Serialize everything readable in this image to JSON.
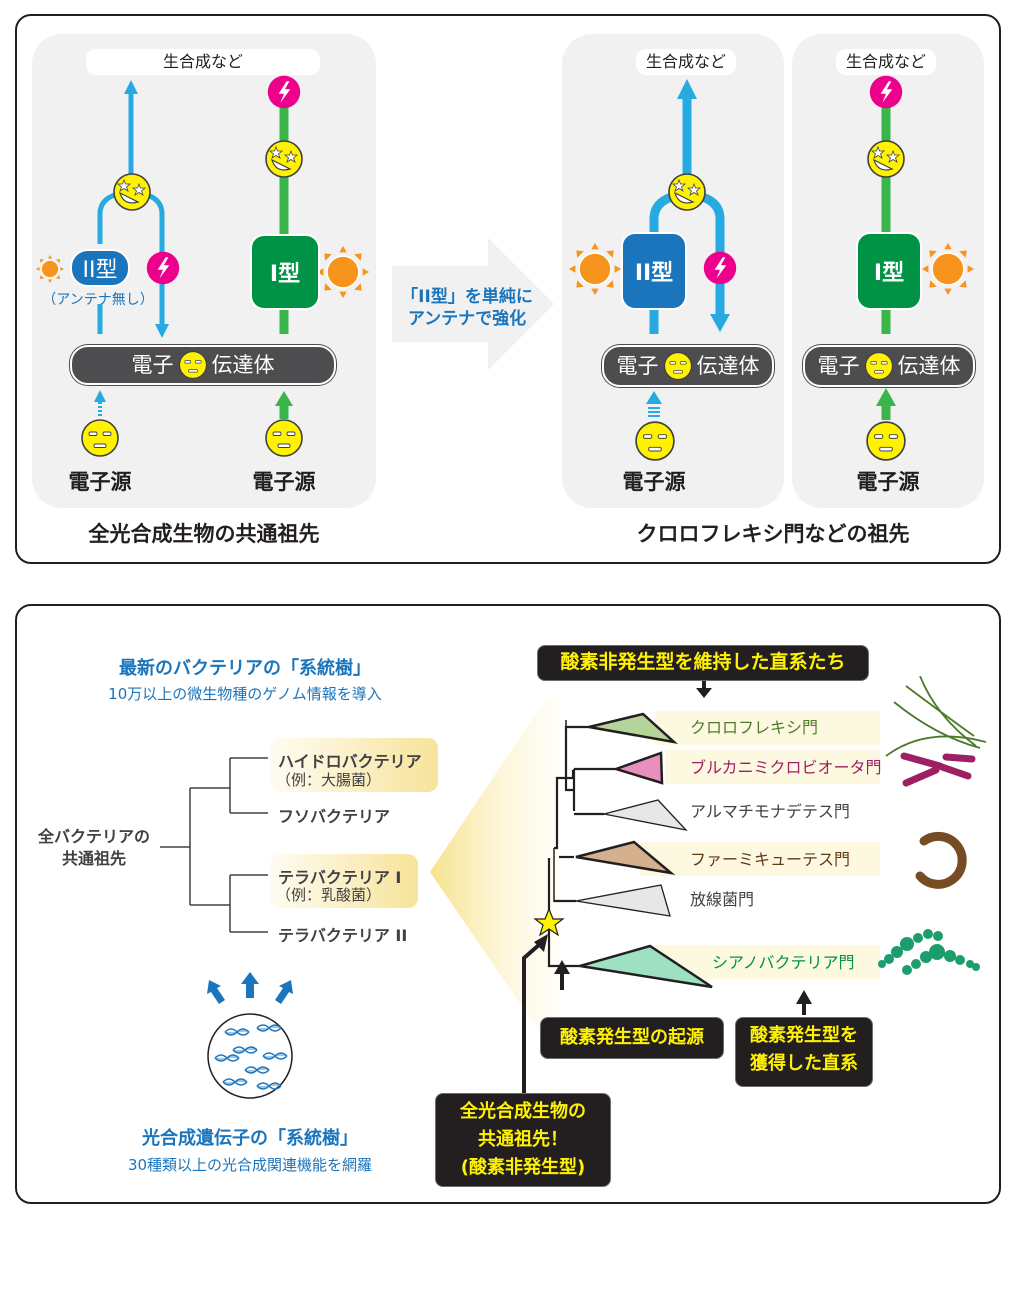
{
  "colors": {
    "type2_blue": "#1b75bc",
    "type2_line": "#27aae1",
    "type1_green": "#009245",
    "type1_line": "#39b54a",
    "sun_orange": "#f7941d",
    "energy_magenta": "#ec008c",
    "face_yellow": "#fff200",
    "carrier_gray": "#4d4d4f",
    "callout_text": "#fff200",
    "card_bg": "#f1f1f2"
  },
  "top_panel": {
    "arrow_text_line1": "「II型」を単純に",
    "arrow_text_line2": "アンテナで強化",
    "left_group": {
      "caption": "全光合成生物の共通祖先",
      "output_label": "生合成など",
      "type2": {
        "label": "II型",
        "note": "（アンテナ無し）"
      },
      "type1": {
        "label": "I型"
      },
      "carrier": {
        "left": "電子",
        "right": "伝達体"
      },
      "sources": [
        "電子源",
        "電子源"
      ]
    },
    "right_group": {
      "caption": "クロロフレキシ門などの祖先",
      "cards": [
        {
          "output_label": "生合成など",
          "reaction_center": "II型",
          "carrier_left": "電子",
          "carrier_right": "伝達体",
          "source": "電子源"
        },
        {
          "output_label": "生合成など",
          "reaction_center": "I型",
          "carrier_left": "電子",
          "carrier_right": "伝達体",
          "source": "電子源"
        }
      ]
    }
  },
  "bottom_panel": {
    "bacteria_tree": {
      "title": "最新のバクテリアの「系統樹」",
      "subtitle": "10万以上の微生物種のゲノム情報を導入",
      "root_line1": "全バクテリアの",
      "root_line2": "共通祖先",
      "leaves": [
        {
          "name": "ハイドロバクテリア",
          "example": "（例：大腸菌）",
          "highlighted": true
        },
        {
          "name": "フソバクテリア",
          "example": "",
          "highlighted": false
        },
        {
          "name": "テラバクテリア I",
          "example": "（例：乳酸菌）",
          "highlighted": true
        },
        {
          "name": "テラバクテリア II",
          "example": "",
          "highlighted": false
        }
      ]
    },
    "gene_tree": {
      "title": "光合成遺伝子の「系統樹」",
      "subtitle": "30種類以上の光合成関連機能を網羅"
    },
    "phyla": [
      {
        "name": "クロロフレキシ門",
        "color": "#4d7a2a",
        "fill": "#b5d49a",
        "band": true
      },
      {
        "name": "ブルカニミクロビオータ門",
        "color": "#9e1f63",
        "fill": "#e78fbd",
        "band": true
      },
      {
        "name": "アルマチモナデテス門",
        "color": "#414042",
        "fill": "#e6e7e8",
        "band": false
      },
      {
        "name": "ファーミキューテス門",
        "color": "#603913",
        "fill": "#d5b08f",
        "band": true
      },
      {
        "name": "放線菌門",
        "color": "#414042",
        "fill": "#e6e7e8",
        "band": false
      },
      {
        "name": "シアノバクテリア門",
        "color": "#009245",
        "fill": "#9de1c2",
        "band": true
      }
    ],
    "callouts": {
      "maintained": "酸素非発生型を維持した直系たち",
      "origin": "酸素発生型の起源",
      "acquired_line1": "酸素発生型を",
      "acquired_line2": "獲得した直系",
      "common_line1": "全光合成生物の",
      "common_line2": "共通祖先！",
      "common_line3": "(酸素非発生型)"
    }
  }
}
